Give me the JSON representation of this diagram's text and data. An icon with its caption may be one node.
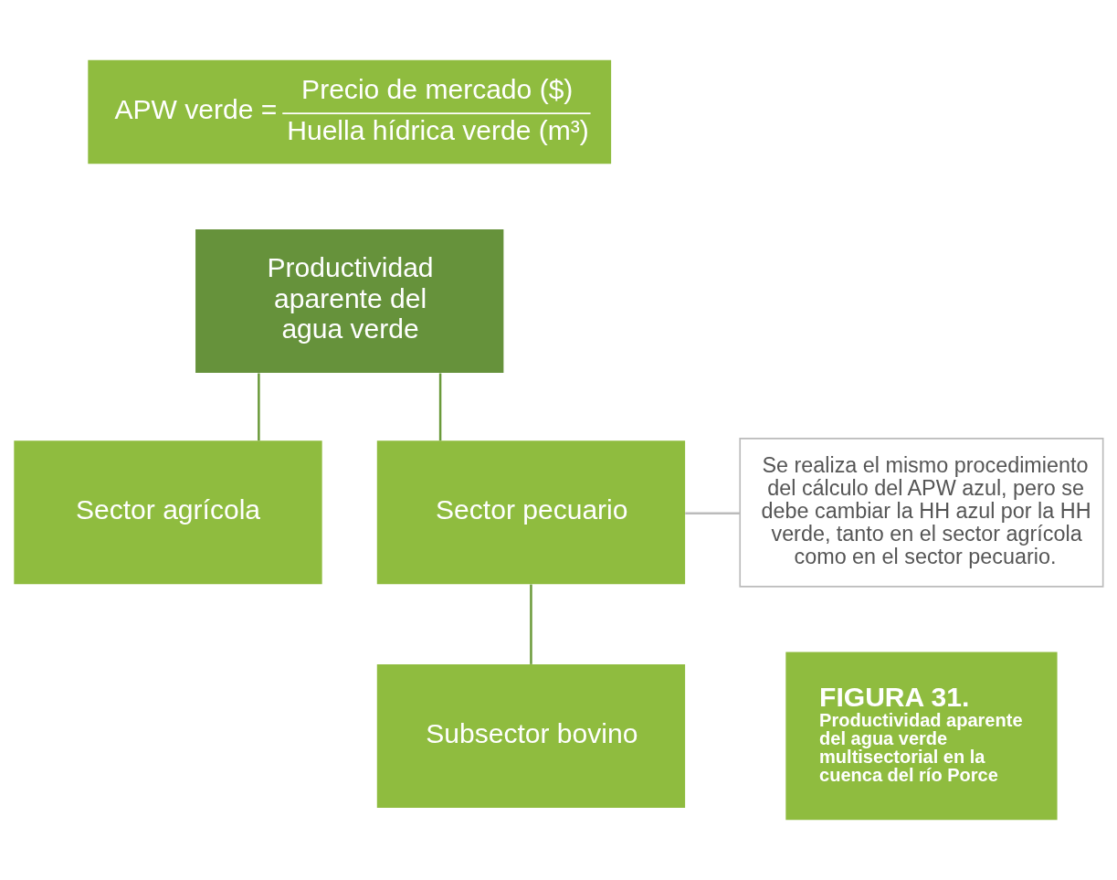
{
  "diagram": {
    "nodes": [
      {
        "text": [
          "APW verde =",
          "Precio de mercado ($)",
          "Huella hídrica verde (m³)"
        ]
      },
      {
        "text": [
          "Productividad aparente del agua verde"
        ]
      },
      {
        "text": [
          "Sector agrícola"
        ]
      },
      {
        "text": [
          "Sector pecuario"
        ]
      },
      {
        "text": [
          "Subsector bovino"
        ]
      },
      {
        "text": [
          "Se realiza el mismo procedimiento del cálculo del APW azul, pero se debe cambiar la HH azul por la HH verde, tanto en el sector agrícola como en el sector pecuario."
        ]
      },
      {
        "text": [
          "FIGURA 31.",
          "Productividad aparente del agua verde multisectorial en la cuenca del río Porce"
        ]
      }
    ],
    "edges": [
      {
        "from": 1,
        "to": 2,
        "arrow": "none"
      },
      {
        "from": 1,
        "to": 3,
        "arrow": "none"
      },
      {
        "from": 3,
        "to": 4,
        "arrow": "none"
      },
      {
        "from": 5,
        "to": 3,
        "arrow": "none",
        "color": "#bbbbbb"
      }
    ]
  }
}
